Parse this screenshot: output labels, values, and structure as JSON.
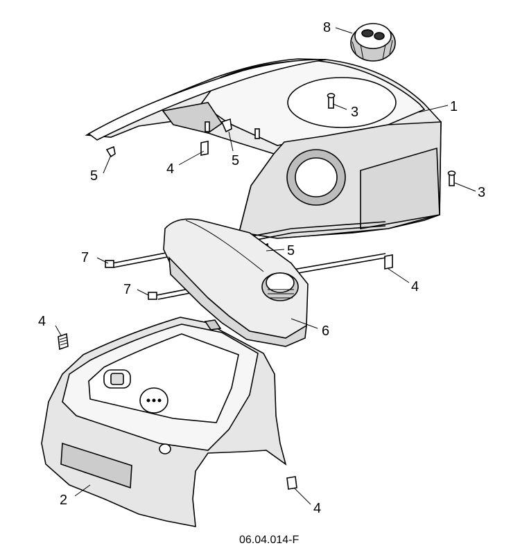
{
  "diagram": {
    "reference_code": "06.04.014-F",
    "callouts": {
      "c1": "1",
      "c2": "2",
      "c3a": "3",
      "c3b": "3",
      "c4a": "4",
      "c4b": "4",
      "c4c": "4",
      "c4d": "4",
      "c5a": "5",
      "c5b": "5",
      "c5c": "5",
      "c6": "6",
      "c7a": "7",
      "c7b": "7",
      "c8": "8"
    }
  }
}
